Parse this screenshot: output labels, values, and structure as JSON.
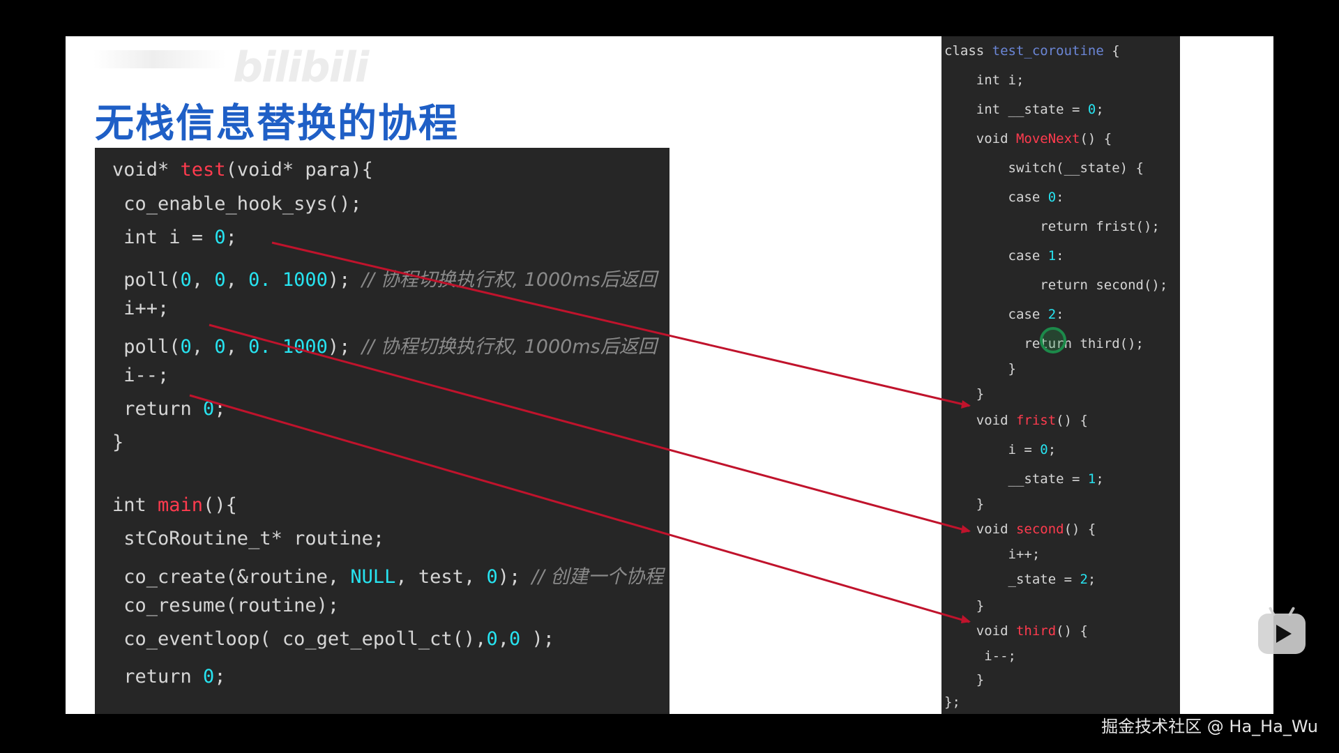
{
  "slide": {
    "logo": "bilibili",
    "title": "无栈信息替换的协程"
  },
  "left_code": [
    [
      {
        "t": "void* "
      },
      {
        "t": "test",
        "c": "fn"
      },
      {
        "t": "(void* para){"
      }
    ],
    [
      {
        "t": " co_enable_hook_sys();"
      }
    ],
    [
      {
        "t": " int i = "
      },
      {
        "t": "0",
        "c": "num"
      },
      {
        "t": ";"
      }
    ],
    [
      {
        "t": " poll("
      },
      {
        "t": "0",
        "c": "num"
      },
      {
        "t": ", "
      },
      {
        "t": "0",
        "c": "num"
      },
      {
        "t": ", "
      },
      {
        "t": "0. 1000",
        "c": "num"
      },
      {
        "t": "); "
      },
      {
        "t": "// 协程切换执行权, 1000ms后返回",
        "c": "cm"
      }
    ],
    [
      {
        "t": " i++;"
      }
    ],
    [
      {
        "t": " poll("
      },
      {
        "t": "0",
        "c": "num"
      },
      {
        "t": ", "
      },
      {
        "t": "0",
        "c": "num"
      },
      {
        "t": ", "
      },
      {
        "t": "0. 1000",
        "c": "num"
      },
      {
        "t": "); "
      },
      {
        "t": "// 协程切换执行权, 1000ms后返回",
        "c": "cm"
      }
    ],
    [
      {
        "t": " i--;"
      }
    ],
    [
      {
        "t": " return "
      },
      {
        "t": "0",
        "c": "num"
      },
      {
        "t": ";"
      }
    ],
    [
      {
        "t": "}"
      }
    ],
    [
      {
        "t": "int "
      },
      {
        "t": "main",
        "c": "fn"
      },
      {
        "t": "(){"
      }
    ],
    [
      {
        "t": " stCoRoutine_t* routine;"
      }
    ],
    [
      {
        "t": " co_create(&routine, "
      },
      {
        "t": "NULL",
        "c": "num"
      },
      {
        "t": ", test, "
      },
      {
        "t": "0",
        "c": "num"
      },
      {
        "t": "); "
      },
      {
        "t": "// 创建一个协程",
        "c": "cm"
      }
    ],
    [
      {
        "t": " co_resume(routine);"
      }
    ],
    [
      {
        "t": " co_eventloop( co_get_epoll_ct(),"
      },
      {
        "t": "0",
        "c": "num"
      },
      {
        "t": ","
      },
      {
        "t": "0",
        "c": "num"
      },
      {
        "t": " );"
      }
    ],
    [
      {
        "t": " return "
      },
      {
        "t": "0",
        "c": "num"
      },
      {
        "t": ";"
      }
    ]
  ],
  "right_code": [
    [
      {
        "t": "class "
      },
      {
        "t": "test_coroutine",
        "c": "cls"
      },
      {
        "t": " {"
      }
    ],
    [
      {
        "t": "    int i;"
      }
    ],
    [
      {
        "t": "    int __state = "
      },
      {
        "t": "0",
        "c": "num"
      },
      {
        "t": ";"
      }
    ],
    [
      {
        "t": "    void "
      },
      {
        "t": "MoveNext",
        "c": "fn"
      },
      {
        "t": "() {"
      }
    ],
    [
      {
        "t": "        switch(__state) {"
      }
    ],
    [
      {
        "t": "        case "
      },
      {
        "t": "0",
        "c": "num"
      },
      {
        "t": ":"
      }
    ],
    [
      {
        "t": "            return frist();"
      }
    ],
    [
      {
        "t": "        case "
      },
      {
        "t": "1",
        "c": "num"
      },
      {
        "t": ":"
      }
    ],
    [
      {
        "t": "            return second();"
      }
    ],
    [
      {
        "t": "        case "
      },
      {
        "t": "2",
        "c": "num"
      },
      {
        "t": ":"
      }
    ],
    [
      {
        "t": "          return third();"
      }
    ],
    [
      {
        "t": "        }"
      }
    ],
    [
      {
        "t": "    }"
      }
    ],
    [
      {
        "t": "    void "
      },
      {
        "t": "frist",
        "c": "fn"
      },
      {
        "t": "() {"
      }
    ],
    [
      {
        "t": "        i = "
      },
      {
        "t": "0",
        "c": "num"
      },
      {
        "t": ";"
      }
    ],
    [
      {
        "t": "        __state = "
      },
      {
        "t": "1",
        "c": "num"
      },
      {
        "t": ";"
      }
    ],
    [
      {
        "t": "    }"
      }
    ],
    [
      {
        "t": "    void "
      },
      {
        "t": "second",
        "c": "fn"
      },
      {
        "t": "() {"
      }
    ],
    [
      {
        "t": "        i++;"
      }
    ],
    [
      {
        "t": "        _state = "
      },
      {
        "t": "2",
        "c": "num"
      },
      {
        "t": ";"
      }
    ],
    [
      {
        "t": "    }"
      }
    ],
    [
      {
        "t": "    void "
      },
      {
        "t": "third",
        "c": "fn"
      },
      {
        "t": "() {"
      }
    ],
    [
      {
        "t": "     i--;"
      }
    ],
    [
      {
        "t": "    }"
      }
    ],
    [
      {
        "t": "};"
      }
    ]
  ],
  "watermark": "掘金技术社区 @ Ha_Ha_Wu",
  "icons": {
    "player": "bilibili-play-icon",
    "cursor": "cursor-ring-icon"
  },
  "colors": {
    "background": "#000000",
    "slide": "#ffffff",
    "title": "#1f5fc6",
    "code_bg": "#262626",
    "function": "#ff3b4e",
    "number": "#27e3f0",
    "comment": "#8a8a8a",
    "arrow": "#c0132c"
  }
}
